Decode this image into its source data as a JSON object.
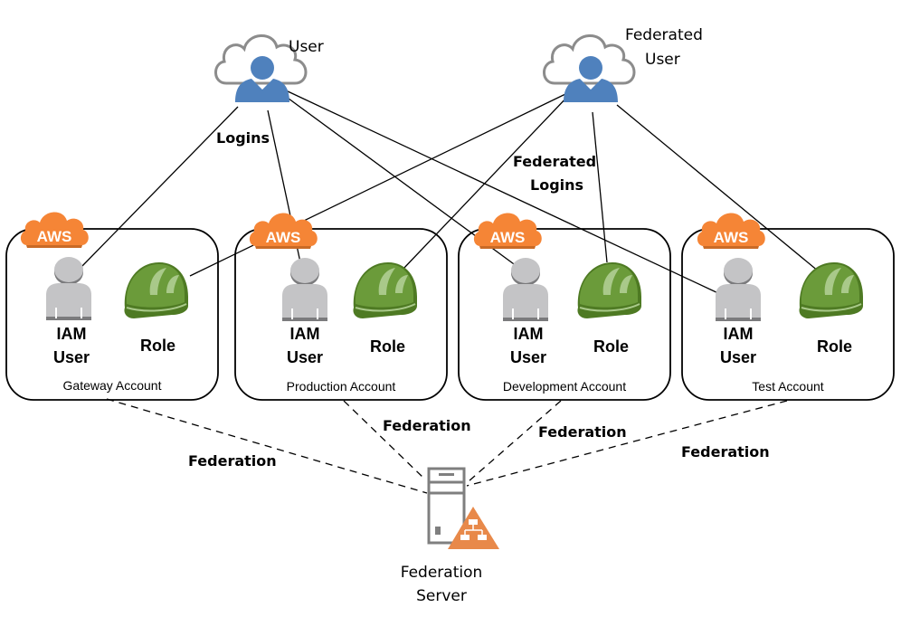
{
  "actors": {
    "user": {
      "label": "User"
    },
    "federated_user": {
      "label_line1": "Federated",
      "label_line2": "User"
    }
  },
  "edge_labels": {
    "logins": "Logins",
    "federated_logins_line1": "Federated",
    "federated_logins_line2": "Logins",
    "federation": "Federation"
  },
  "accounts": [
    {
      "name": "Gateway Account",
      "cloud_label": "AWS",
      "iam_line1": "IAM",
      "iam_line2": "User",
      "role_label": "Role"
    },
    {
      "name": "Production Account",
      "cloud_label": "AWS",
      "iam_line1": "IAM",
      "iam_line2": "User",
      "role_label": "Role"
    },
    {
      "name": "Development Account",
      "cloud_label": "AWS",
      "iam_line1": "IAM",
      "iam_line2": "User",
      "role_label": "Role"
    },
    {
      "name": "Test Account",
      "cloud_label": "AWS",
      "iam_line1": "IAM",
      "iam_line2": "User",
      "role_label": "Role"
    }
  ],
  "server": {
    "label_line1": "Federation",
    "label_line2": "Server"
  },
  "colors": {
    "user_blue": "#4f81bd",
    "aws_orange": "#f58536",
    "helmet_green": "#6b9b3a",
    "iam_gray": "#c4c4c6",
    "server_gray": "#7f7f7f"
  }
}
